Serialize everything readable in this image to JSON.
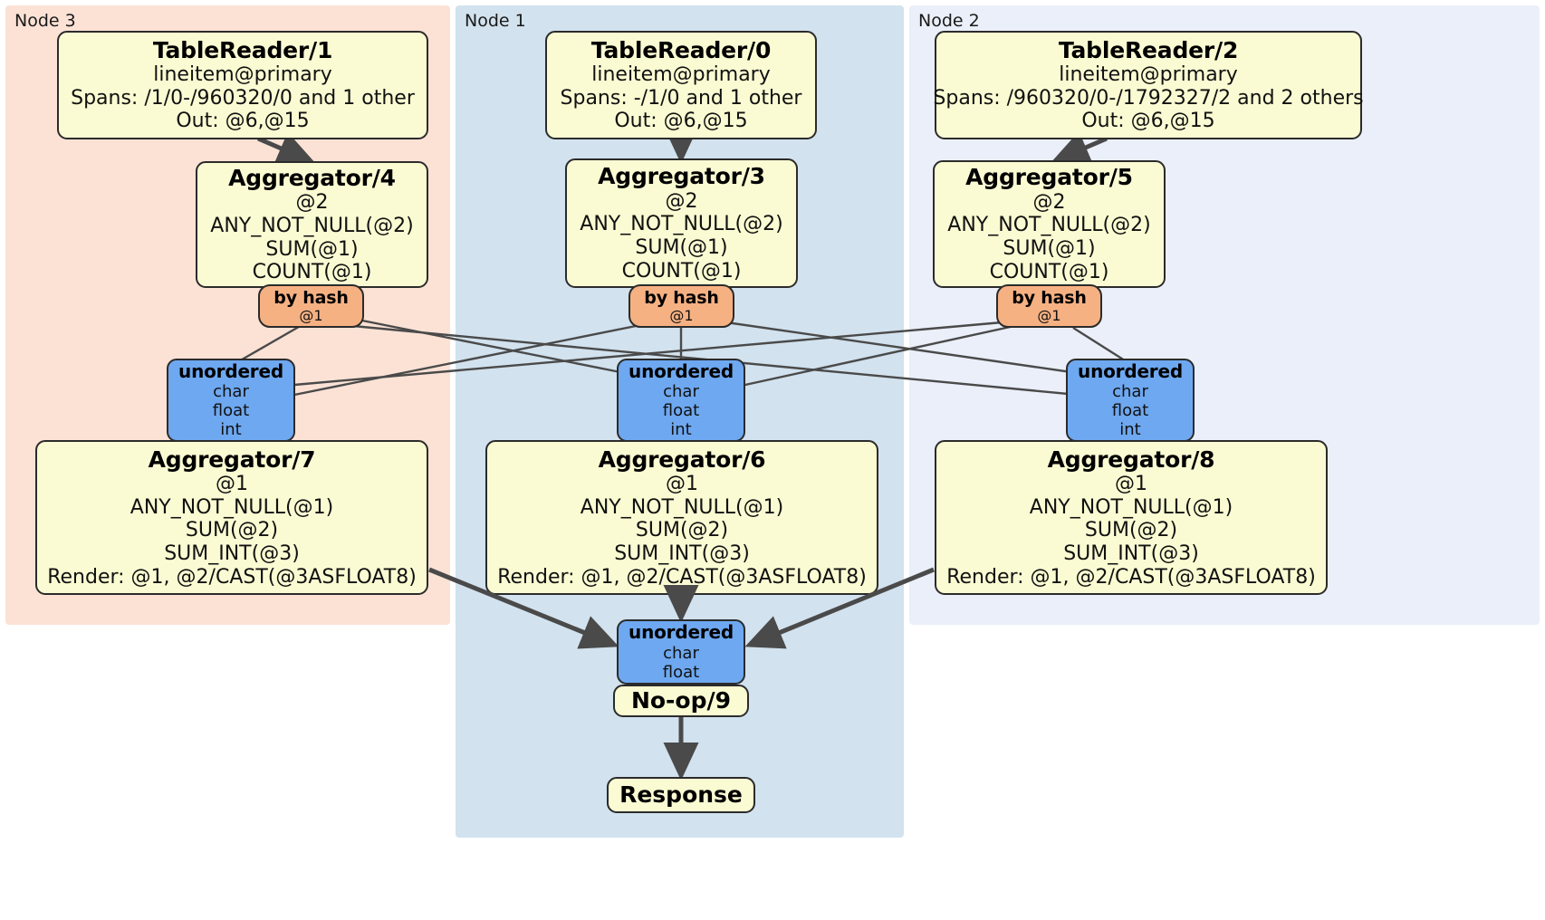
{
  "diagram": {
    "title": "Distributed SQL query execution plan",
    "colors": {
      "node3_panel": "#fbe2d5",
      "node1_panel": "#d2e2ee",
      "node2_panel": "#eaeff9",
      "processor": "#fbfbd3",
      "router": "#6ea8f0",
      "hash": "#f6b183",
      "stroke": "#2b2b2b",
      "edge": "#4a4a4a",
      "background": "#ffffff"
    }
  },
  "panels": [
    {
      "id": "node3",
      "label": "Node 3"
    },
    {
      "id": "node1",
      "label": "Node 1"
    },
    {
      "id": "node2",
      "label": "Node 2"
    }
  ],
  "table_readers": [
    {
      "id": "tr1",
      "title": "TableReader/1",
      "table": "lineitem@primary",
      "spans": "Spans: /1/0-/960320/0 and 1 other",
      "out": "Out: @6,@15"
    },
    {
      "id": "tr0",
      "title": "TableReader/0",
      "table": "lineitem@primary",
      "spans": "Spans: -/1/0 and 1 other",
      "out": "Out: @6,@15"
    },
    {
      "id": "tr2",
      "title": "TableReader/2",
      "table": "lineitem@primary",
      "spans": "Spans: /960320/0-/1792327/2 and 2 others",
      "out": "Out: @6,@15"
    }
  ],
  "local_aggregators": [
    {
      "id": "agg4",
      "title": "Aggregator/4",
      "group": "@2",
      "func1": "ANY_NOT_NULL(@2)",
      "func2": "SUM(@1)",
      "func3": "COUNT(@1)"
    },
    {
      "id": "agg3",
      "title": "Aggregator/3",
      "group": "@2",
      "func1": "ANY_NOT_NULL(@2)",
      "func2": "SUM(@1)",
      "func3": "COUNT(@1)"
    },
    {
      "id": "agg5",
      "title": "Aggregator/5",
      "group": "@2",
      "func1": "ANY_NOT_NULL(@2)",
      "func2": "SUM(@1)",
      "func3": "COUNT(@1)"
    }
  ],
  "hash_routers": [
    {
      "id": "hash4",
      "title": "by hash",
      "key": "@1"
    },
    {
      "id": "hash3",
      "title": "by hash",
      "key": "@1"
    },
    {
      "id": "hash5",
      "title": "by hash",
      "key": "@1"
    }
  ],
  "unordered_synchronizers": [
    {
      "id": "un7",
      "title": "unordered",
      "t1": "char",
      "t2": "float",
      "t3": "int"
    },
    {
      "id": "un6",
      "title": "unordered",
      "t1": "char",
      "t2": "float",
      "t3": "int"
    },
    {
      "id": "un8",
      "title": "unordered",
      "t1": "char",
      "t2": "float",
      "t3": "int"
    }
  ],
  "final_aggregators": [
    {
      "id": "agg7",
      "title": "Aggregator/7",
      "group": "@1",
      "func1": "ANY_NOT_NULL(@1)",
      "func2": "SUM(@2)",
      "func3": "SUM_INT(@3)",
      "render": "Render: @1, @2/CAST(@3ASFLOAT8)"
    },
    {
      "id": "agg6",
      "title": "Aggregator/6",
      "group": "@1",
      "func1": "ANY_NOT_NULL(@1)",
      "func2": "SUM(@2)",
      "func3": "SUM_INT(@3)",
      "render": "Render: @1, @2/CAST(@3ASFLOAT8)"
    },
    {
      "id": "agg8",
      "title": "Aggregator/8",
      "group": "@1",
      "func1": "ANY_NOT_NULL(@1)",
      "func2": "SUM(@2)",
      "func3": "SUM_INT(@3)",
      "render": "Render: @1, @2/CAST(@3ASFLOAT8)"
    }
  ],
  "final_merge": {
    "id": "un9",
    "title": "unordered",
    "t1": "char",
    "t2": "float"
  },
  "noop": {
    "id": "noop9",
    "title": "No-op/9"
  },
  "response": {
    "id": "response",
    "title": "Response"
  }
}
